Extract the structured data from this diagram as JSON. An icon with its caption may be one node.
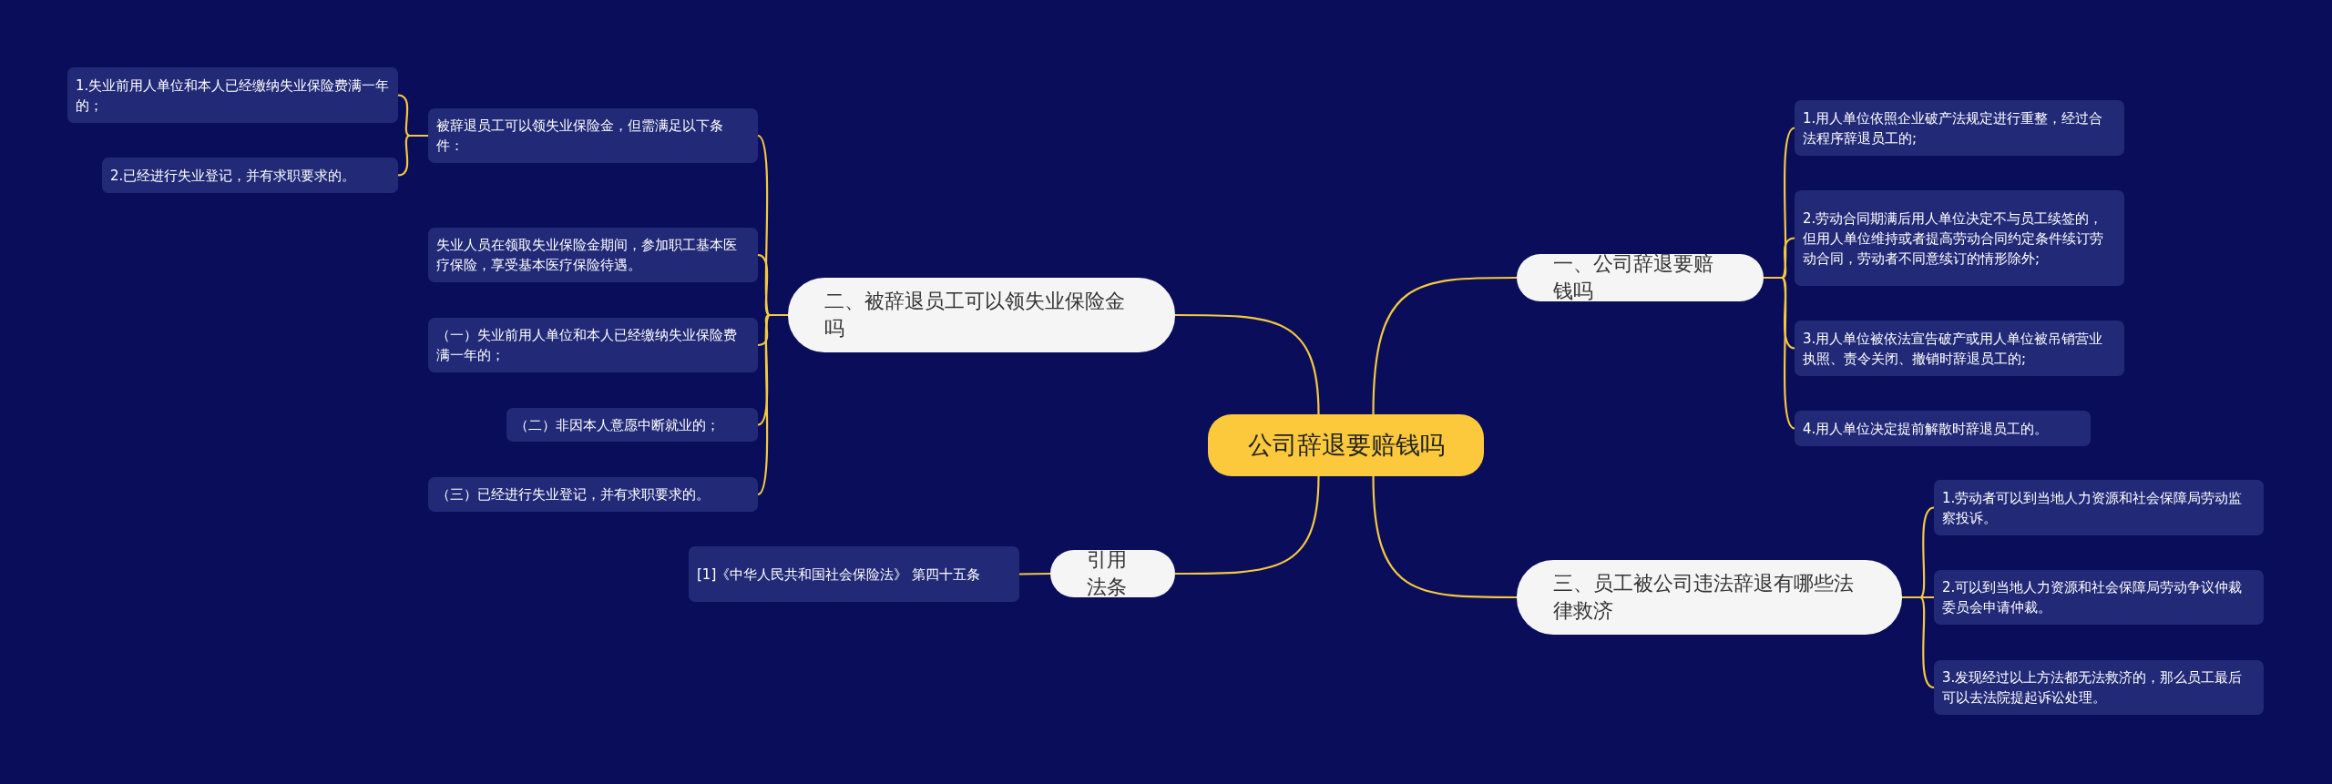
{
  "diagram": {
    "nodes": [
      {
        "text": [
          "公司辞退要赔钱吗"
        ]
      },
      {
        "text": [
          "一、公司辞退要赔钱吗"
        ]
      },
      {
        "text": [
          "1.用人单位依照企业破产法规定进行重整，经过合法程序辞退员工的;"
        ]
      },
      {
        "text": [
          "2.劳动合同期满后用人单位决定不与员工续签的，但用人单位维持或者提高劳动合同约定条件续订劳动合同，劳动者不同意续订的情形除外;"
        ]
      },
      {
        "text": [
          "3.用人单位被依法宣告破产或用人单位被吊销营业执照、责令关闭、撤销时辞退员工的;"
        ]
      },
      {
        "text": [
          "4.用人单位决定提前解散时辞退员工的。"
        ]
      },
      {
        "text": [
          "三、员工被公司违法辞退有哪些法律救济"
        ]
      },
      {
        "text": [
          "1.劳动者可以到当地人力资源和社会保障局劳动监察投诉。"
        ]
      },
      {
        "text": [
          "2.可以到当地人力资源和社会保障局劳动争议仲裁委员会申请仲裁。"
        ]
      },
      {
        "text": [
          "3.发现经过以上方法都无法救济的，那么员工最后可以去法院提起诉讼处理。"
        ]
      },
      {
        "text": [
          "引用法条"
        ]
      },
      {
        "text": [
          "[1]《中华人民共和国社会保险法》 第四十五条"
        ]
      },
      {
        "text": [
          "二、被辞退员工可以领失业保险金吗"
        ]
      },
      {
        "text": [
          "被辞退员工可以领失业保险金，但需满足以下条件："
        ]
      },
      {
        "text": [
          "失业人员在领取失业保险金期间，参加职工基本医疗保险，享受基本医疗保险待遇。"
        ]
      },
      {
        "text": [
          "（一）失业前用人单位和本人已经缴纳失业保险费满一年的；"
        ]
      },
      {
        "text": [
          "（二）非因本人意愿中断就业的；"
        ]
      },
      {
        "text": [
          "（三）已经进行失业登记，并有求职要求的。"
        ]
      },
      {
        "text": [
          "1.失业前用人单位和本人已经缴纳失业保险费满一年的；"
        ]
      },
      {
        "text": [
          "2.已经进行失业登记，并有求职要求的。"
        ]
      }
    ],
    "edges": [
      {
        "from": 0,
        "to": 1,
        "arrow": "none"
      },
      {
        "from": 1,
        "to": 2,
        "arrow": "none"
      },
      {
        "from": 1,
        "to": 3,
        "arrow": "none"
      },
      {
        "from": 1,
        "to": 4,
        "arrow": "none"
      },
      {
        "from": 1,
        "to": 5,
        "arrow": "none"
      },
      {
        "from": 0,
        "to": 6,
        "arrow": "none"
      },
      {
        "from": 6,
        "to": 7,
        "arrow": "none"
      },
      {
        "from": 6,
        "to": 8,
        "arrow": "none"
      },
      {
        "from": 6,
        "to": 9,
        "arrow": "none"
      },
      {
        "from": 0,
        "to": 10,
        "arrow": "none"
      },
      {
        "from": 10,
        "to": 11,
        "arrow": "none"
      },
      {
        "from": 0,
        "to": 12,
        "arrow": "none"
      },
      {
        "from": 12,
        "to": 13,
        "arrow": "none"
      },
      {
        "from": 12,
        "to": 14,
        "arrow": "none"
      },
      {
        "from": 12,
        "to": 15,
        "arrow": "none"
      },
      {
        "from": 12,
        "to": 16,
        "arrow": "none"
      },
      {
        "from": 12,
        "to": 17,
        "arrow": "none"
      },
      {
        "from": 13,
        "to": 18,
        "arrow": "none"
      },
      {
        "from": 13,
        "to": 19,
        "arrow": "none"
      }
    ]
  }
}
